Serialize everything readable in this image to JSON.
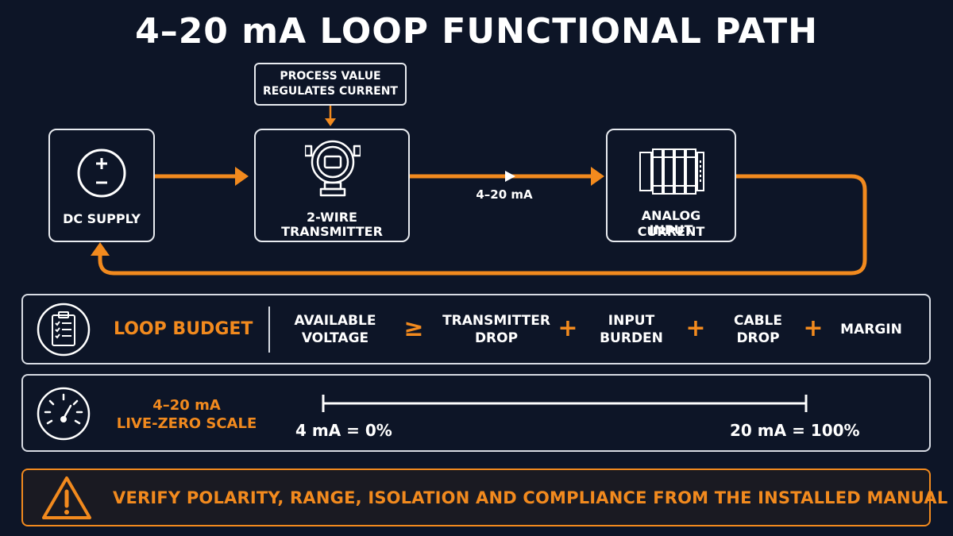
{
  "title": "4–20 mA LOOP FUNCTIONAL PATH",
  "callout": {
    "line1": "PROCESS VALUE",
    "line2": "REGULATES CURRENT"
  },
  "nodes": {
    "dc_supply": {
      "label": "DC SUPPLY",
      "icon": "dc-source-icon"
    },
    "transmitter": {
      "line1": "2-WIRE",
      "line2": "TRANSMITTER",
      "icon": "transmitter-icon"
    },
    "analog_input": {
      "line1": "ANALOG CURRENT",
      "line2": "INPUT",
      "icon": "io-module-icon"
    }
  },
  "signal_label": "4–20 mA",
  "loop_budget": {
    "heading": "LOOP BUDGET",
    "icon": "clipboard-checklist-icon",
    "terms": [
      {
        "line1": "AVAILABLE",
        "line2": "VOLTAGE"
      },
      {
        "line1": "TRANSMITTER",
        "line2": "DROP"
      },
      {
        "line1": "INPUT",
        "line2": "BURDEN"
      },
      {
        "line1": "CABLE",
        "line2": "DROP"
      },
      {
        "line1": "MARGIN",
        "line2": ""
      }
    ],
    "operators": [
      "≥",
      "+",
      "+",
      "+"
    ]
  },
  "scale": {
    "heading_line1": "4–20 mA",
    "heading_line2": "LIVE-ZERO SCALE",
    "icon": "gauge-icon",
    "low_label": "4 mA = 0%",
    "high_label": "20 mA = 100%"
  },
  "warning": {
    "text": "VERIFY POLARITY, RANGE, ISOLATION AND COMPLIANCE FROM THE INSTALLED MANUAL",
    "icon": "warning-triangle-icon"
  },
  "colors": {
    "accent": "#f28a1e",
    "background": "#0d1527",
    "stroke": "#e8ebf0"
  }
}
